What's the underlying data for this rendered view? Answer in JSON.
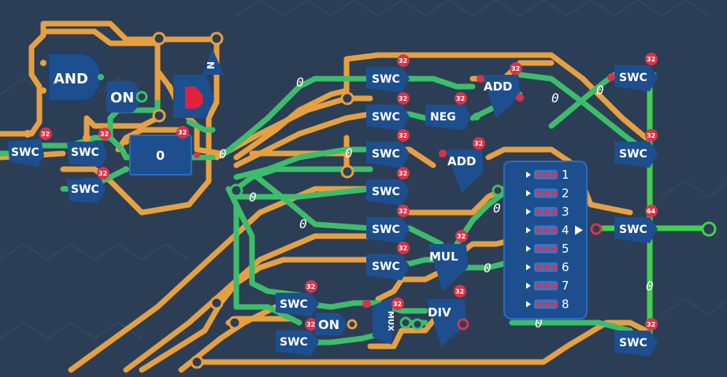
{
  "gates": {
    "and": "AND",
    "on1": "ON",
    "on2": "ON",
    "reg": "0",
    "n": "N",
    "mux": "MUX",
    "neg": "NEG",
    "add1": "ADD",
    "add2": "ADD",
    "mul": "MUL",
    "div": "DIV"
  },
  "swc_label": "SWC",
  "badges": {
    "b32": "32",
    "b64": "64"
  },
  "wire_zero": "0",
  "outputs": [
    "1",
    "2",
    "3",
    "4",
    "5",
    "6",
    "7",
    "8"
  ],
  "colors": {
    "background": "#2c3e55",
    "wire_orange": "#e7a040",
    "wire_green": "#3dbd6b",
    "wire_bright_green": "#3fd24a",
    "component_blue": "#1d4f8f",
    "badge_red": "#d7344a"
  }
}
